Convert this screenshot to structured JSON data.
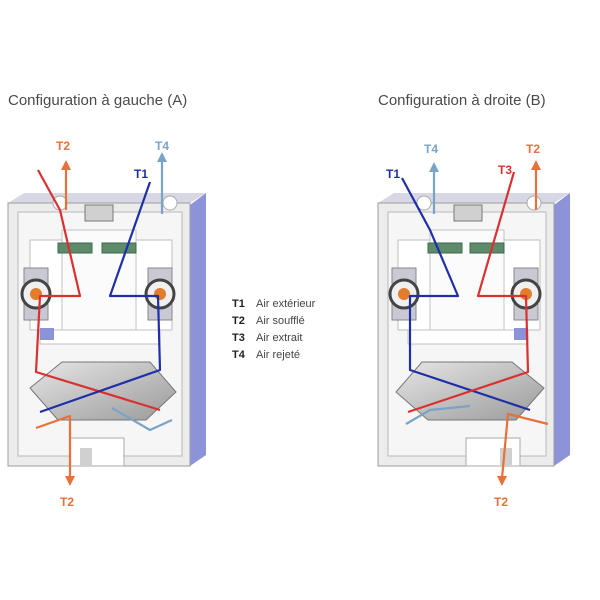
{
  "config_a": {
    "title": "Configuration à gauche (A)",
    "labels": {
      "t2_top": "T2",
      "t4_top": "T4",
      "t1_top": "T1",
      "t2_bottom": "T2"
    }
  },
  "config_b": {
    "title": "Configuration à droite (B)",
    "labels": {
      "t1_top": "T1",
      "t4_top": "T4",
      "t3_top": "T3",
      "t2_top": "T2",
      "t2_bottom": "T2"
    }
  },
  "legend": [
    {
      "key": "T1",
      "text": "Air extérieur"
    },
    {
      "key": "T2",
      "text": "Air soufflé"
    },
    {
      "key": "T3",
      "text": "Air extrait"
    },
    {
      "key": "T4",
      "text": "Air rejeté"
    }
  ],
  "colors": {
    "t1": "#1f2fa8",
    "t2": "#e8703a",
    "t3": "#d93030",
    "t4": "#7aa3c8",
    "unit_side": "#8c93d8"
  }
}
